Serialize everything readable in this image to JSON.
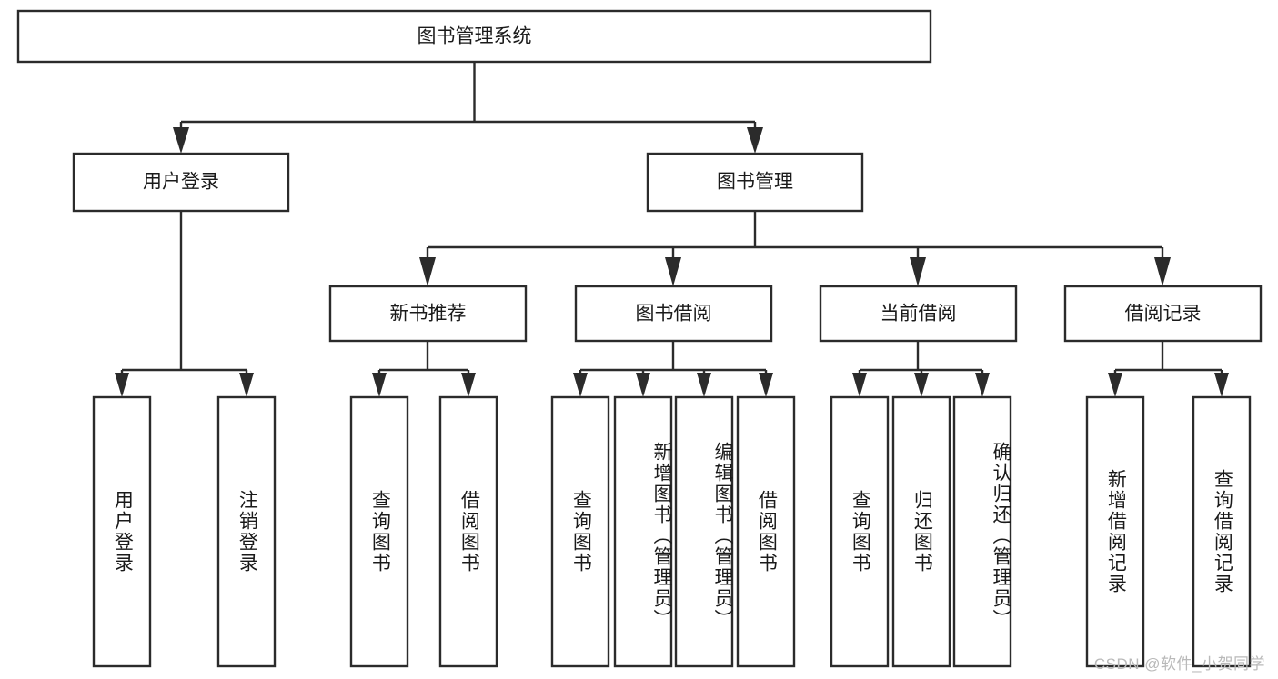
{
  "diagram": {
    "title": "图书管理系统",
    "type": "tree-hierarchy-diagram",
    "colors": {
      "stroke": "#2b2b2b",
      "box_fill": "#ffffff",
      "text": "#1a1a1a",
      "background": "#ffffff",
      "watermark": "#b9b9b9"
    },
    "root": {
      "label": "图书管理系统"
    },
    "level2": [
      {
        "label": "用户登录"
      },
      {
        "label": "图书管理"
      }
    ],
    "level3": [
      {
        "label": "新书推荐"
      },
      {
        "label": "图书借阅"
      },
      {
        "label": "当前借阅"
      },
      {
        "label": "借阅记录"
      }
    ],
    "leaves": {
      "user_login": [
        {
          "label": "用户登录"
        },
        {
          "label": "注销登录"
        }
      ],
      "new_book_recommend": [
        {
          "label": "查询图书"
        },
        {
          "label": "借阅图书"
        }
      ],
      "book_borrow": [
        {
          "label": "查询图书"
        },
        {
          "label": "新增图书（管理员）"
        },
        {
          "label": "编辑图书（管理员）"
        },
        {
          "label": "借阅图书"
        }
      ],
      "current_borrow": [
        {
          "label": "查询图书"
        },
        {
          "label": "归还图书"
        },
        {
          "label": "确认归还（管理员）"
        }
      ],
      "borrow_record": [
        {
          "label": "新增借阅记录"
        },
        {
          "label": "查询借阅记录"
        }
      ]
    },
    "watermark": "CSDN @软件_小贺同学"
  }
}
